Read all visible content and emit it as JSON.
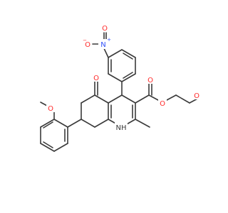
{
  "molecule": {
    "atoms": {
      "nitro_n": "N",
      "nitro_n_charge": "+",
      "nitro_o_left": "O",
      "nitro_o_right": "O",
      "nitro_o_charge": "−",
      "ketone_o": "O",
      "ester_o_carbonyl": "O",
      "ester_o_link": "O",
      "ether_o_chain": "O",
      "ring_nh": "NH",
      "aryl_ome_o": "O"
    },
    "colors": {
      "bond": "#3a3a3a",
      "carbon_text": "#3a3a3a",
      "oxygen": "#ff2b2b",
      "nitrogen": "#3050f8"
    }
  }
}
